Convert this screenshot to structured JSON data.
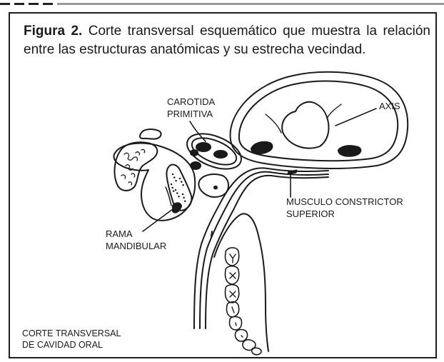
{
  "caption": {
    "label": "Figura 2.",
    "text": " Corte transversal esquemático que muestra la relación entre las estructuras anatómicas y su estrecha vecindad."
  },
  "labels": {
    "carotida": [
      "CAROTIDA",
      "PRIMITIVA"
    ],
    "axis": "AXIS",
    "musculo": [
      "MUSCULO CONSTRICTOR",
      "SUPERIOR"
    ],
    "rama": [
      "RAMA",
      "MANDIBULAR"
    ],
    "corte": [
      "CORTE TRANSVERSAL",
      "DE CAVIDAD ORAL"
    ]
  }
}
